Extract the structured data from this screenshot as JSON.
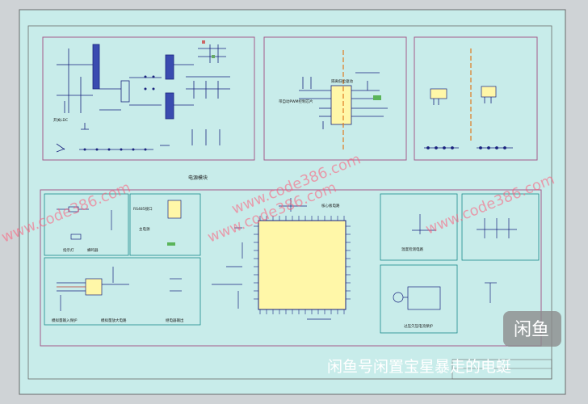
{
  "labels": {
    "power_block": "开关LDC",
    "mosfet_block": "隔离低位驱动",
    "pwm_label": "带自动PWM控制芯片",
    "section_title": "电源模块",
    "mcu_title": "核心板电路",
    "rs485": "RS485接口",
    "rs485_main": "主电源",
    "ind1": "指示灯",
    "ind2": "蜂鸣器",
    "analog_in": "模拟量输入保护",
    "analog_in2": "模拟量放大电路",
    "relay": "继电器输出",
    "temp_sense": "温度检测电路",
    "protect": "过压欠压电流保护"
  },
  "watermarks": [
    "www.code386.com",
    "www.code386.com",
    "www.code386.com",
    "www.code386.com"
  ],
  "overlay": {
    "logo_text": "闲鱼",
    "caption": "闲鱼号闲置宝星暴走的电蜓"
  },
  "colors": {
    "paper": "#c8ecea",
    "frame": "#6a6a6a",
    "block_border": "#a45a8a",
    "chip_fill": "#fff7a8",
    "wire": "#1a237e"
  }
}
